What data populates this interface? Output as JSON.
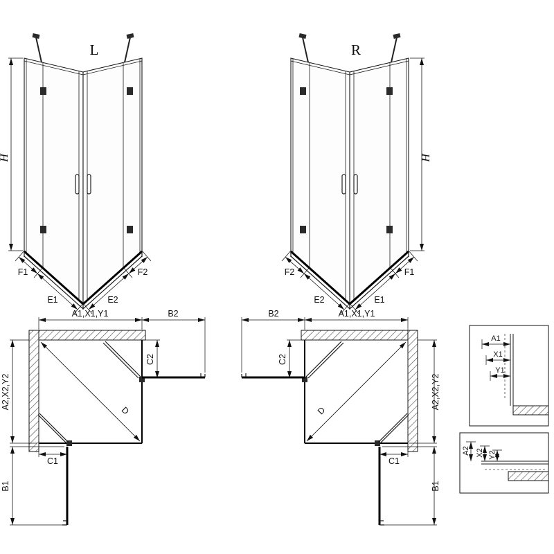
{
  "front_views": {
    "left": {
      "variant": "L",
      "height": "H",
      "widths": [
        "F1",
        "E1",
        "E2",
        "F2"
      ]
    },
    "right": {
      "variant": "R",
      "height": "H",
      "widths": [
        "F2",
        "E2",
        "E1",
        "F1"
      ]
    }
  },
  "plan_views": {
    "left": {
      "top_width": "A1,X1,Y1",
      "door_top": "B2",
      "fixed_top": "C2",
      "side_height": "A2,X2,Y2",
      "diagonal": "D",
      "fixed_bottom": "C1",
      "door_bottom": "B1"
    },
    "right": {
      "top_width": "A1,X1,Y1",
      "door_top": "B2",
      "fixed_top": "C2",
      "side_height": "A2,X2,Y2",
      "diagonal": "D",
      "fixed_bottom": "C1",
      "door_bottom": "B1"
    }
  },
  "details": {
    "top": {
      "dims": [
        "A1",
        "X1",
        "Y1"
      ]
    },
    "bottom": {
      "dims": [
        "A2",
        "X2",
        "Y2"
      ]
    }
  },
  "colors": {
    "line": "#1a1a1a",
    "hatch": "#555555",
    "background": "#ffffff"
  }
}
